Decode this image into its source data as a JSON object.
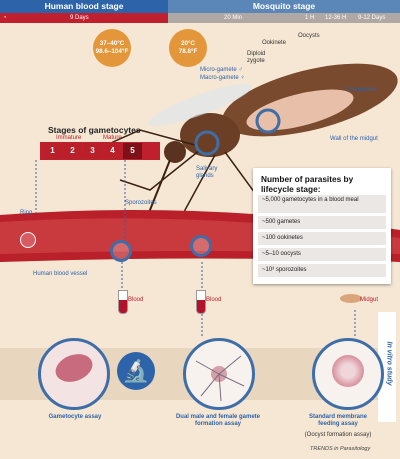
{
  "header": {
    "human_stage": "Human blood stage",
    "mosquito_stage": "Mosquito stage"
  },
  "timeline": {
    "blood": "9 Days",
    "m1": "20 Min",
    "m2": "1 H",
    "m3": "12-36 H",
    "m4": "9-12 Days"
  },
  "temperatures": {
    "human_c": "37–40°C",
    "human_f": "98.6–104°F",
    "mosquito_c": "20°C",
    "mosquito_f": "78.8°F"
  },
  "labels": {
    "oocysts": "Oocysts",
    "ookinete": "Ookinete",
    "diploid": "Diploid",
    "zygote": "zygote",
    "micro": "Micro-gamete ♂",
    "macro": "Macro-gamete ♀",
    "sporozoites": "Sporozoites",
    "midgut_wall": "Wall of the midgut",
    "salivary": "Salivary",
    "glands": "glands",
    "sporozoites2": "Sporozoites",
    "ring": "Ring",
    "vessel": "Human blood vessel",
    "blood1": "Blood",
    "blood2": "Blood",
    "midgut": "Midgut",
    "vitro": "In vitro study"
  },
  "gametocytes": {
    "title": "Stages of gametocytes",
    "immature": "Immature",
    "mature": "Mature",
    "stages": [
      "1",
      "2",
      "3",
      "4",
      "5"
    ]
  },
  "info_box": {
    "title": "Number of parasites by lifecycle stage:",
    "rows": [
      "~5,000 gametocytes in a blood meal",
      "~500 gametes",
      "~100 ookinetes",
      "~5–10  oocysts",
      "~10³ sporozoites"
    ]
  },
  "assays": {
    "a1": "Gametocyte assay",
    "a2": "Dual male and female gamete formation assay",
    "a3": "Standard membrane feeding assay",
    "a3b": "(Oocyst formation assay)"
  },
  "footer": "TRENDS in Parasitology"
}
